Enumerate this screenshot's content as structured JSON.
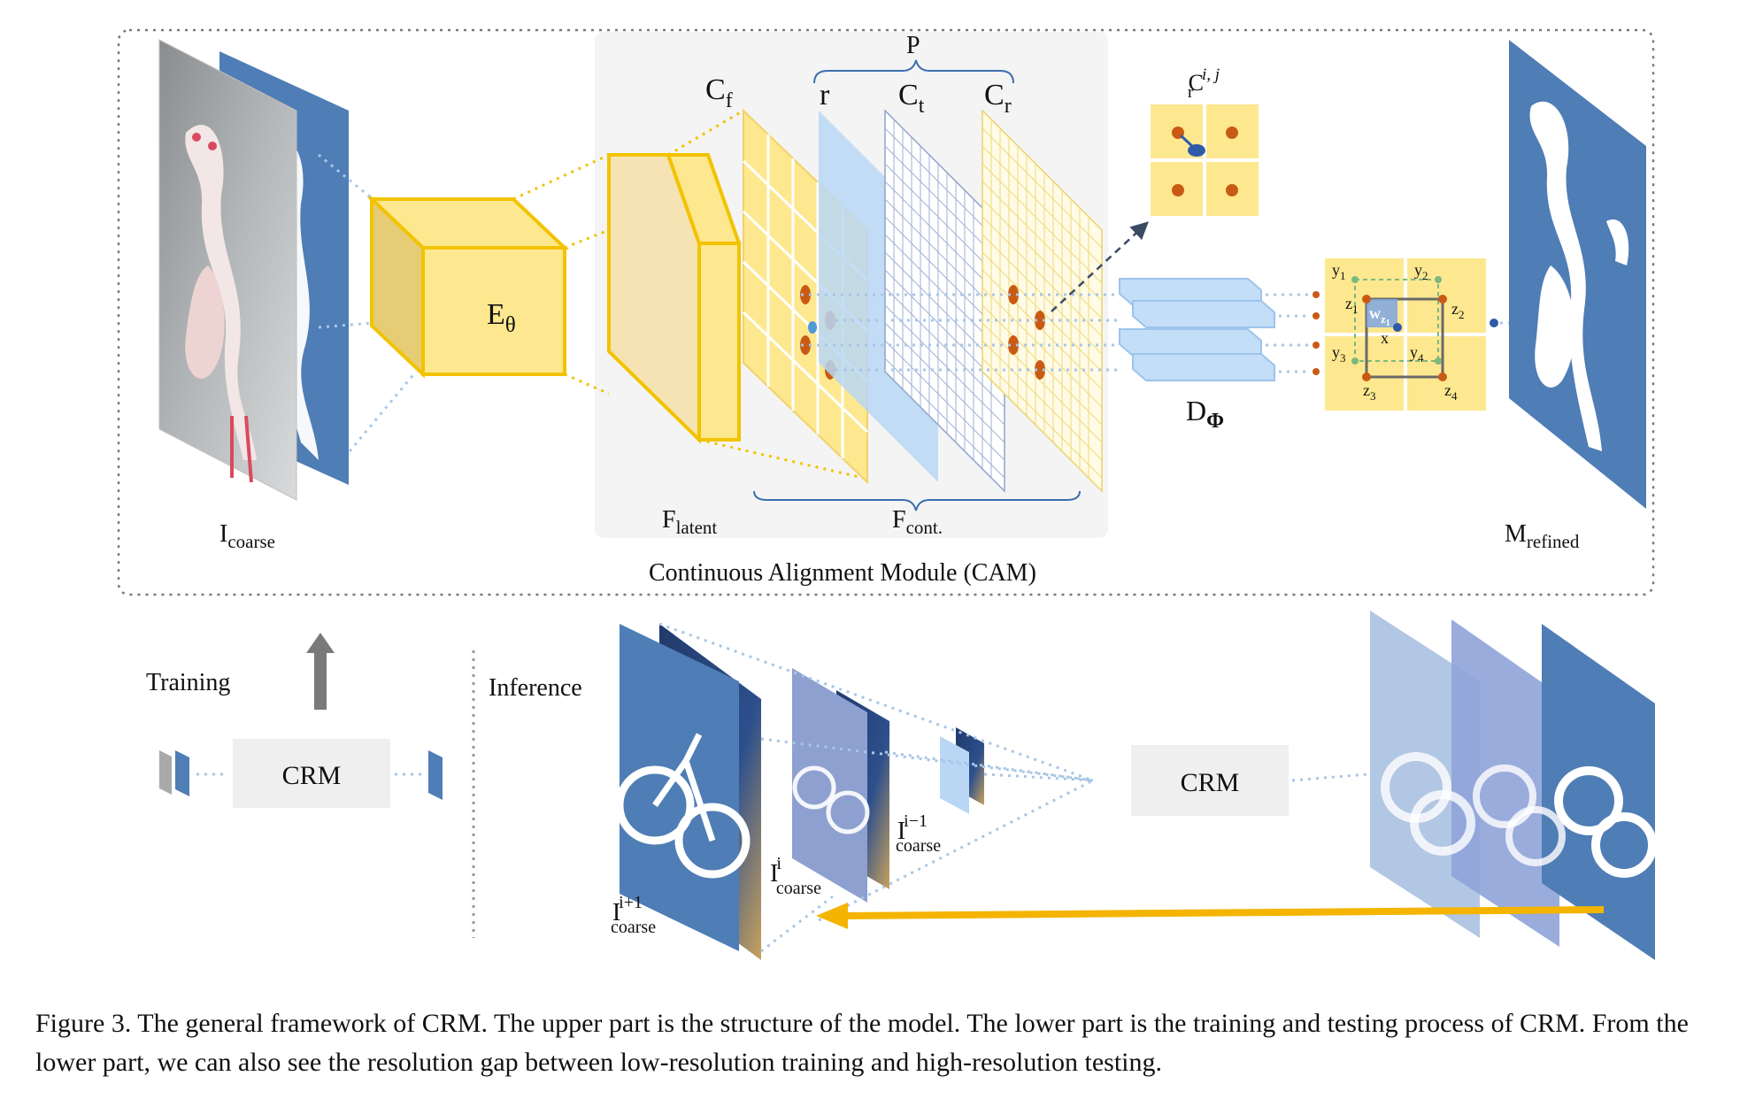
{
  "labels": {
    "i_coarse": "I",
    "i_coarse_sub": "coarse",
    "encoder": "E",
    "encoder_sub": "θ",
    "c_f": "C",
    "c_f_sub": "f",
    "r": "r",
    "c_t": "C",
    "c_t_sub": "t",
    "c_r": "C",
    "c_r_sub": "r",
    "p": "P",
    "c_r_ij": "C",
    "c_r_ij_sub": "r",
    "c_r_ij_sup": "i, j",
    "f_latent": "F",
    "f_latent_sub": "latent",
    "f_cont": "F",
    "f_cont_sub": "cont.",
    "decoder": "D",
    "decoder_sub": "Φ",
    "m_refined": "M",
    "m_refined_sub": "refined",
    "cam": "Continuous Alignment Module (CAM)",
    "y1": "y",
    "y1_sub": "1",
    "y2": "y",
    "y2_sub": "2",
    "y3": "y",
    "y3_sub": "3",
    "y4": "y",
    "y4_sub": "4",
    "z1": "z",
    "z1_sub": "1",
    "z2": "z",
    "z2_sub": "2",
    "z3": "z",
    "z3_sub": "3",
    "z4": "z",
    "z4_sub": "4",
    "w": "w",
    "w_sub": "z",
    "w_subsub": "1",
    "x": "x"
  },
  "lower": {
    "training": "Training",
    "inference": "Inference",
    "crm_left": "CRM",
    "crm_right": "CRM",
    "i_next": "I",
    "i_next_sub": "coarse",
    "i_next_sup": "i+1",
    "i_cur": "I",
    "i_cur_sub": "coarse",
    "i_cur_sup": "i",
    "i_prev": "I",
    "i_prev_sub": "coarse",
    "i_prev_sup": "i−1"
  },
  "caption": "Figure 3. The general framework of CRM. The upper part is the structure of the model. The lower part is the training and testing process of CRM. From the lower part, we can also see the resolution gap between low-resolution training and high-resolution testing.",
  "colors": {
    "mask_blue": "#4f7db5",
    "yellow_fill": "#fde88f",
    "yellow_edge": "#f2c300",
    "orange_dot": "#c95a14",
    "light_blue": "#b9d7f5",
    "arrow_orange": "#f4b400",
    "grey_box": "#efefef"
  }
}
